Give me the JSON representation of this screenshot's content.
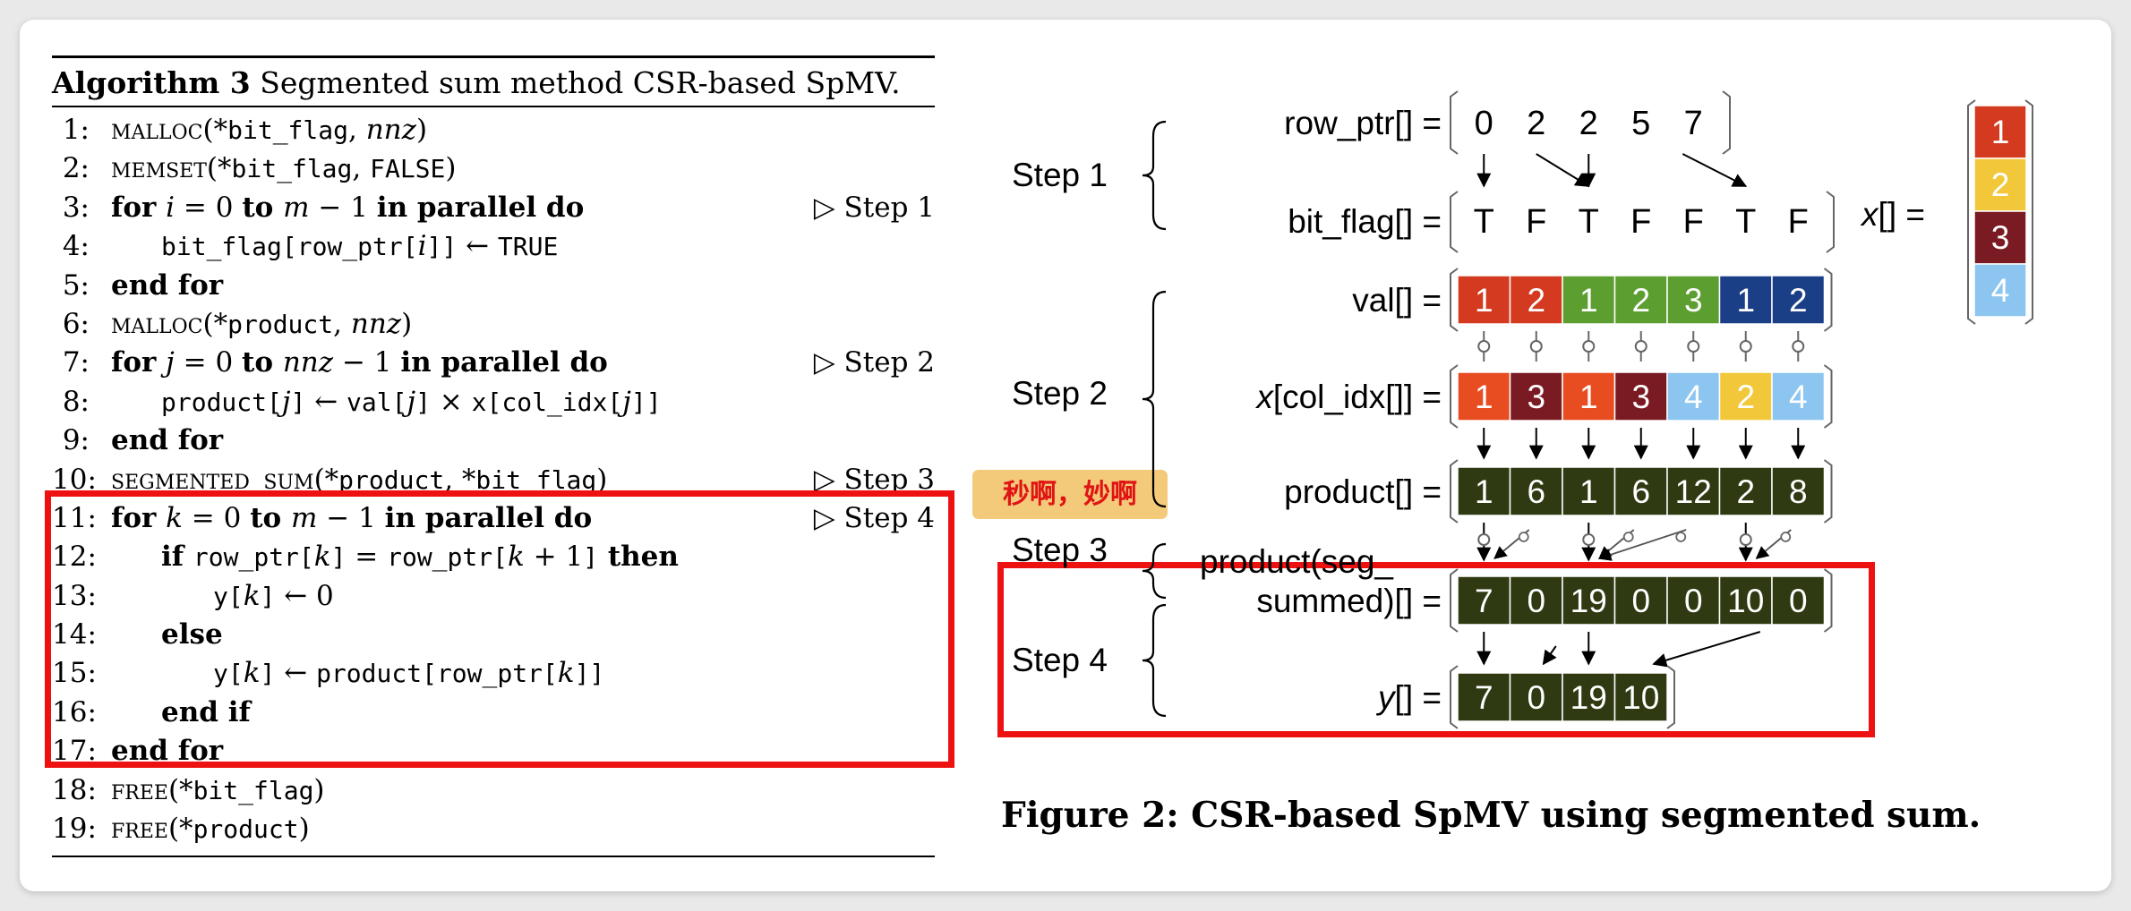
{
  "algorithm": {
    "title_bold": "Algorithm 3",
    "title_text": "Segmented sum method CSR-based SpMV.",
    "lines": [
      {
        "n": "1:",
        "ind": 0,
        "parts": [
          {
            "c": "sc",
            "t": "malloc"
          },
          {
            "c": "",
            "t": "(*"
          },
          {
            "c": "tt",
            "t": "bit_flag"
          },
          {
            "c": "",
            "t": ", "
          },
          {
            "c": "it",
            "t": "nnz"
          },
          {
            "c": "",
            "t": ")"
          }
        ]
      },
      {
        "n": "2:",
        "ind": 0,
        "parts": [
          {
            "c": "sc",
            "t": "memset"
          },
          {
            "c": "",
            "t": "(*"
          },
          {
            "c": "tt",
            "t": "bit_flag"
          },
          {
            "c": "",
            "t": ", "
          },
          {
            "c": "tt",
            "t": "FALSE"
          },
          {
            "c": "",
            "t": ")"
          }
        ]
      },
      {
        "n": "3:",
        "ind": 0,
        "parts": [
          {
            "c": "kw",
            "t": "for "
          },
          {
            "c": "it",
            "t": "i"
          },
          {
            "c": "",
            "t": " = 0 "
          },
          {
            "c": "kw",
            "t": "to "
          },
          {
            "c": "it",
            "t": "m"
          },
          {
            "c": "",
            "t": " − 1 "
          },
          {
            "c": "kw",
            "t": "in parallel do"
          }
        ],
        "comment": "▷ Step 1"
      },
      {
        "n": "4:",
        "ind": 1,
        "parts": [
          {
            "c": "tt",
            "t": "bit_flag[row_ptr["
          },
          {
            "c": "it",
            "t": "i"
          },
          {
            "c": "tt",
            "t": "]]"
          },
          {
            "c": "",
            "t": " ← "
          },
          {
            "c": "tt",
            "t": "TRUE"
          }
        ]
      },
      {
        "n": "5:",
        "ind": 0,
        "parts": [
          {
            "c": "kw",
            "t": "end for"
          }
        ]
      },
      {
        "n": "6:",
        "ind": 0,
        "parts": [
          {
            "c": "sc",
            "t": "malloc"
          },
          {
            "c": "",
            "t": "(*"
          },
          {
            "c": "tt",
            "t": "product"
          },
          {
            "c": "",
            "t": ", "
          },
          {
            "c": "it",
            "t": "nnz"
          },
          {
            "c": "",
            "t": ")"
          }
        ]
      },
      {
        "n": "7:",
        "ind": 0,
        "parts": [
          {
            "c": "kw",
            "t": "for "
          },
          {
            "c": "it",
            "t": "j"
          },
          {
            "c": "",
            "t": " = 0 "
          },
          {
            "c": "kw",
            "t": "to "
          },
          {
            "c": "it",
            "t": "nnz"
          },
          {
            "c": "",
            "t": " − 1 "
          },
          {
            "c": "kw",
            "t": "in parallel do"
          }
        ],
        "comment": "▷ Step 2"
      },
      {
        "n": "8:",
        "ind": 1,
        "parts": [
          {
            "c": "tt",
            "t": "product["
          },
          {
            "c": "it",
            "t": "j"
          },
          {
            "c": "tt",
            "t": "]"
          },
          {
            "c": "",
            "t": " ← "
          },
          {
            "c": "tt",
            "t": "val["
          },
          {
            "c": "it",
            "t": "j"
          },
          {
            "c": "tt",
            "t": "]"
          },
          {
            "c": "",
            "t": " × "
          },
          {
            "c": "tt",
            "t": "x[col_idx["
          },
          {
            "c": "it",
            "t": "j"
          },
          {
            "c": "tt",
            "t": "]]"
          }
        ]
      },
      {
        "n": "9:",
        "ind": 0,
        "parts": [
          {
            "c": "kw",
            "t": "end for"
          }
        ]
      },
      {
        "n": "10:",
        "ind": 0,
        "parts": [
          {
            "c": "sc",
            "t": "segmented_sum"
          },
          {
            "c": "",
            "t": "(*"
          },
          {
            "c": "tt",
            "t": "product"
          },
          {
            "c": "",
            "t": ", *"
          },
          {
            "c": "tt",
            "t": "bit_flag"
          },
          {
            "c": "",
            "t": ")"
          }
        ],
        "comment": "▷ Step 3"
      },
      {
        "n": "11:",
        "ind": 0,
        "parts": [
          {
            "c": "kw",
            "t": "for "
          },
          {
            "c": "it",
            "t": "k"
          },
          {
            "c": "",
            "t": " = 0 "
          },
          {
            "c": "kw",
            "t": "to "
          },
          {
            "c": "it",
            "t": "m"
          },
          {
            "c": "",
            "t": " − 1 "
          },
          {
            "c": "kw",
            "t": "in parallel do"
          }
        ],
        "comment": "▷ Step 4"
      },
      {
        "n": "12:",
        "ind": 1,
        "parts": [
          {
            "c": "kw",
            "t": "if "
          },
          {
            "c": "tt",
            "t": "row_ptr["
          },
          {
            "c": "it",
            "t": "k"
          },
          {
            "c": "tt",
            "t": "]"
          },
          {
            "c": "",
            "t": " = "
          },
          {
            "c": "tt",
            "t": "row_ptr["
          },
          {
            "c": "it",
            "t": "k"
          },
          {
            "c": "",
            "t": " + 1"
          },
          {
            "c": "tt",
            "t": "]"
          },
          {
            "c": "kw",
            "t": " then"
          }
        ]
      },
      {
        "n": "13:",
        "ind": 2,
        "parts": [
          {
            "c": "tt",
            "t": "y["
          },
          {
            "c": "it",
            "t": "k"
          },
          {
            "c": "tt",
            "t": "]"
          },
          {
            "c": "",
            "t": " ← 0"
          }
        ]
      },
      {
        "n": "14:",
        "ind": 1,
        "parts": [
          {
            "c": "kw",
            "t": "else"
          }
        ]
      },
      {
        "n": "15:",
        "ind": 2,
        "parts": [
          {
            "c": "tt",
            "t": "y["
          },
          {
            "c": "it",
            "t": "k"
          },
          {
            "c": "tt",
            "t": "]"
          },
          {
            "c": "",
            "t": " ← "
          },
          {
            "c": "tt",
            "t": "product[row_ptr["
          },
          {
            "c": "it",
            "t": "k"
          },
          {
            "c": "tt",
            "t": "]]"
          }
        ]
      },
      {
        "n": "16:",
        "ind": 1,
        "parts": [
          {
            "c": "kw",
            "t": "end if"
          }
        ]
      },
      {
        "n": "17:",
        "ind": 0,
        "parts": [
          {
            "c": "kw",
            "t": "end for"
          }
        ]
      },
      {
        "n": "18:",
        "ind": 0,
        "parts": [
          {
            "c": "sc",
            "t": "free"
          },
          {
            "c": "",
            "t": "(*"
          },
          {
            "c": "tt",
            "t": "bit_flag"
          },
          {
            "c": "",
            "t": ")"
          }
        ]
      },
      {
        "n": "19:",
        "ind": 0,
        "parts": [
          {
            "c": "sc",
            "t": "free"
          },
          {
            "c": "",
            "t": "(*"
          },
          {
            "c": "tt",
            "t": "product"
          },
          {
            "c": "",
            "t": ")"
          }
        ]
      }
    ]
  },
  "sticker": "秒啊，妙啊",
  "figure": {
    "caption": "Figure 2: CSR-based SpMV using segmented sum.",
    "steps": [
      "Step 1",
      "Step 2",
      "Step 3",
      "Step 4"
    ],
    "colors": {
      "red": "#d33a1f",
      "yellow": "#f2c83a",
      "darkred": "#7a1a22",
      "lightblue": "#8cc6f0",
      "green": "#5d9e31",
      "navy": "#1b3f86",
      "olive": "#2f3a12",
      "orange": "#e84d21"
    },
    "row_ptr": {
      "label": "row_ptr[] =",
      "values": [
        "0",
        "2",
        "2",
        "5",
        "7"
      ]
    },
    "bit_flag": {
      "label": "bit_flag[] =",
      "values": [
        "T",
        "F",
        "T",
        "F",
        "F",
        "T",
        "F"
      ]
    },
    "val": {
      "label": "val[] =",
      "values": [
        "1",
        "2",
        "1",
        "2",
        "3",
        "1",
        "2"
      ],
      "colors": [
        "red",
        "red",
        "green",
        "green",
        "green",
        "navy",
        "navy"
      ]
    },
    "x_col_idx": {
      "label_italic": "x",
      "label_rest": "[col_idx[]] =",
      "values": [
        "1",
        "3",
        "1",
        "3",
        "4",
        "2",
        "4"
      ],
      "colors": [
        "orange",
        "darkred",
        "orange",
        "darkred",
        "lightblue",
        "yellow",
        "lightblue"
      ]
    },
    "product": {
      "label": "product[] =",
      "values": [
        "1",
        "6",
        "1",
        "6",
        "12",
        "2",
        "8"
      ]
    },
    "seg_summed": {
      "label_line1": "product(seg_",
      "label_line2": "summed)[] =",
      "values": [
        "7",
        "0",
        "19",
        "0",
        "0",
        "10",
        "0"
      ]
    },
    "y": {
      "label_italic": "y",
      "label_rest": "[] =",
      "values": [
        "7",
        "0",
        "19",
        "10"
      ]
    },
    "x": {
      "label_italic": "x",
      "label_rest": "[] =",
      "values": [
        "1",
        "2",
        "3",
        "4"
      ],
      "colors": [
        "red",
        "yellow",
        "darkred",
        "lightblue"
      ]
    }
  }
}
